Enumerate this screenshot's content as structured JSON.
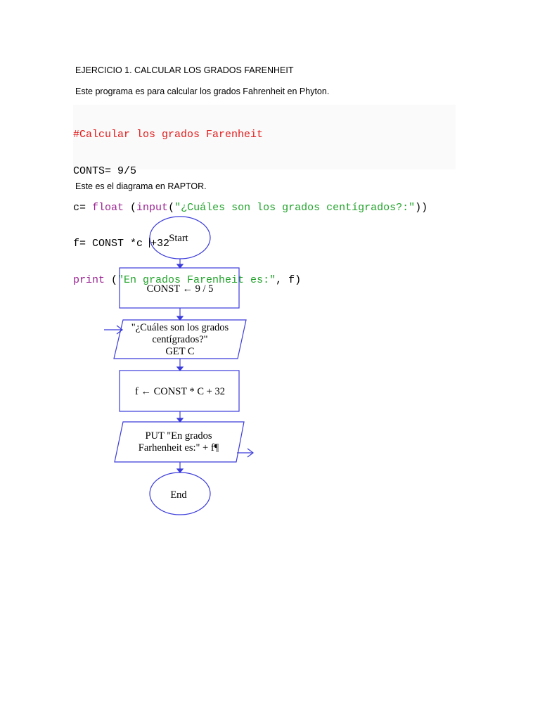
{
  "heading": "EJERCICIO 1. CALCULAR LOS GRADOS FARENHEIT",
  "intro": "Este programa es para calcular los grados Fahrenheit en Phyton.",
  "code": {
    "line1": "#Calcular los grados Farenheit",
    "line2": "CONTS= 9/5",
    "line3_a": "c= ",
    "line3_float": "float",
    "line3_b": " (",
    "line3_input": "input",
    "line3_c": "(",
    "line3_str": "\"¿Cuáles son los grados centígrados?:\"",
    "line3_d": "))",
    "line4_a": "f= CONST *c ",
    "line4_b": "+32",
    "line5_print": "print",
    "line5_a": " (",
    "line5_str": "\"En grados Farenheit es:\"",
    "line5_b": ", f)"
  },
  "diagram_caption": "Este es el diagrama en RAPTOR.",
  "flowchart": {
    "start": "Start",
    "assign1": "CONST ← 9 / 5",
    "input_line1": "\"¿Cuáles son los grados",
    "input_line2": "centígrados?\"",
    "input_line3": "GET C",
    "assign2": "f ← CONST  *  C + 32",
    "output_line1": "PUT \"En grados",
    "output_line2": "Farhenheit es:\" + f¶",
    "end": "End"
  },
  "colors": {
    "comment": "#e31b1b",
    "builtin": "#9b2393",
    "string": "#22a32b",
    "flow_stroke": "#3b3bdb"
  }
}
